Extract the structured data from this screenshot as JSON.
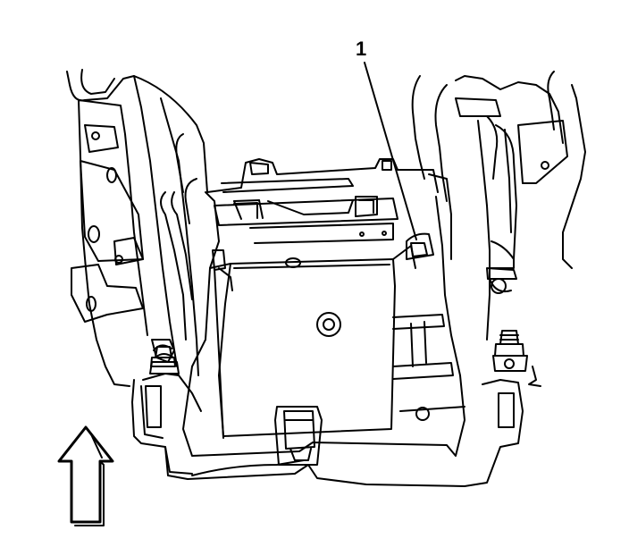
{
  "callouts": [
    {
      "label": "1",
      "target": "battery-tray-retaining-tab"
    }
  ],
  "orientation_arrow": {
    "direction": "up"
  },
  "colors": {
    "line": "#000000",
    "background": "#ffffff"
  }
}
